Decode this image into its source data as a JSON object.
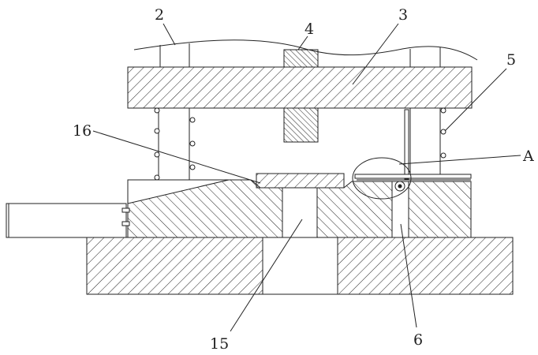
{
  "labels": {
    "part_2": "2",
    "part_3": "3",
    "part_4": "4",
    "part_5": "5",
    "part_16": "16",
    "detail_a": "A",
    "part_15": "15",
    "part_6": "6"
  },
  "colors": {
    "line": "#222222",
    "background": "#ffffff"
  }
}
